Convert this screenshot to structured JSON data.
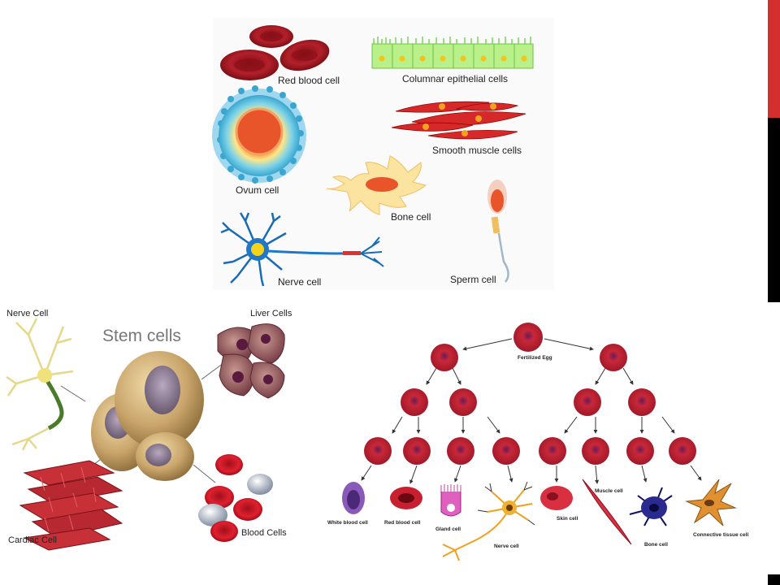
{
  "top_panel": {
    "labels": {
      "red_blood_cell": "Red blood cell",
      "columnar": "Columnar epithelial cells",
      "smooth_muscle": "Smooth muscle cells",
      "ovum": "Ovum cell",
      "bone": "Bone cell",
      "nerve": "Nerve cell",
      "sperm": "Sperm cell"
    }
  },
  "stem_panel": {
    "title": "Stem cells",
    "labels": {
      "nerve": "Nerve Cell",
      "liver": "Liver Cells",
      "cardiac": "Cardiac Cell",
      "blood": "Blood Cells"
    }
  },
  "tree_panel": {
    "root": "Fertilized Egg",
    "leaves": {
      "white_blood": "White blood cell",
      "red_blood": "Red blood cell",
      "gland": "Gland cell",
      "nerve": "Nerve cell",
      "skin": "Skin cell",
      "muscle": "Muscle cell",
      "bone": "Bone cell",
      "connective": "Connective tissue cell"
    }
  },
  "colors": {
    "accent_red": "#d32f2f",
    "edge_black": "#000000",
    "cell_red": "#b3202a",
    "stem_tan": "#c8a46a"
  }
}
